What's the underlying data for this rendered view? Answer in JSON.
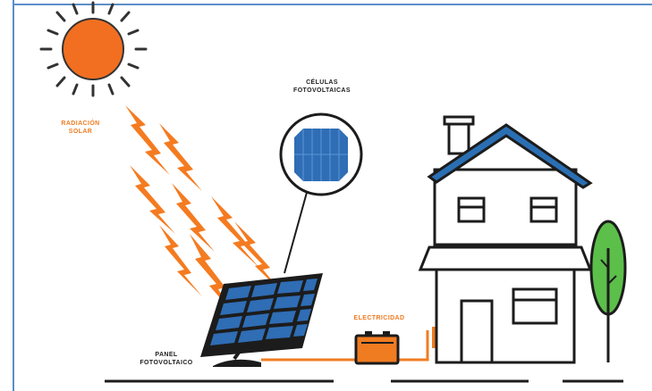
{
  "labels": {
    "radiation": [
      "RADIACIÓN",
      "SOLAR"
    ],
    "cells": [
      "CÉLULAS",
      "FOTOVOLTAICAS"
    ],
    "panel": [
      "PANEL",
      "FOTOVOLTAICO"
    ],
    "electricity": "ELECTRICIDAD"
  },
  "colors": {
    "sun": "#f26f21",
    "ray": "#f47b20",
    "panel_blue": "#2f6db5",
    "roof_blue": "#2a6fb3",
    "outline": "#1c1c1c",
    "wire": "#f07c22",
    "tree": "#5bbf4a",
    "frame": "#5b8fc9"
  },
  "icons": [
    "sun-icon",
    "lightning-bolt-icon",
    "solar-panel-icon",
    "battery-icon",
    "house-icon",
    "tree-icon"
  ]
}
